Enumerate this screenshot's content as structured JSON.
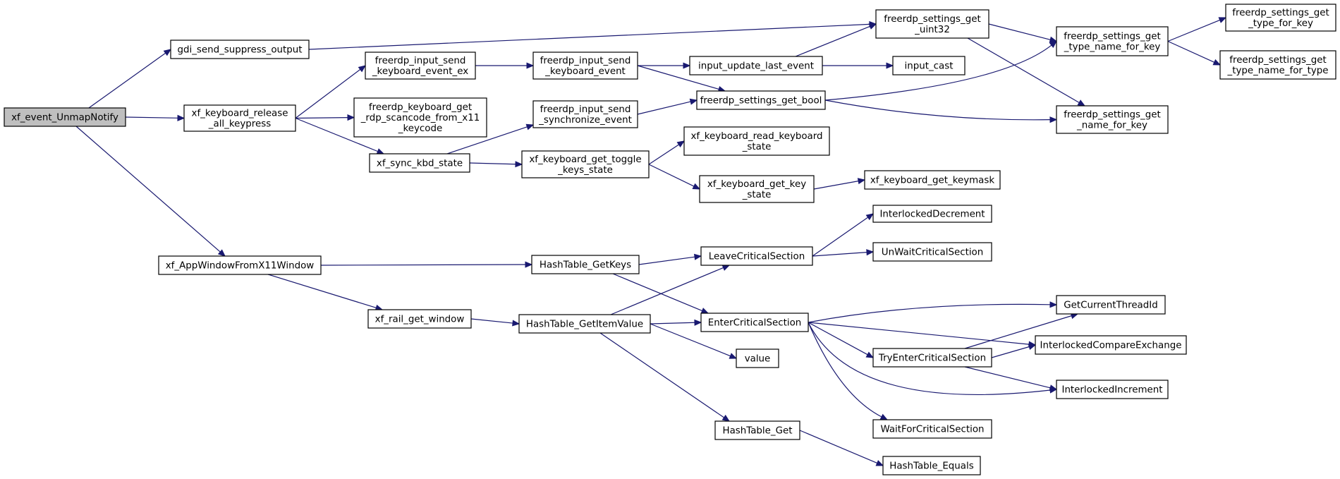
{
  "colors": {
    "edge": "#191970",
    "root_fill": "#bfbfbf",
    "node_fill": "#ffffff",
    "node_border": "#000000"
  },
  "nodes": [
    {
      "id": "xf_event_UnmapNotify",
      "label": [
        "xf_event_UnmapNotify"
      ],
      "root": true
    },
    {
      "id": "gdi_send_suppress_output",
      "label": [
        "gdi_send_suppress_output"
      ]
    },
    {
      "id": "xf_keyboard_release_all_keypress",
      "label": [
        "xf_keyboard_release",
        "_all_keypress"
      ]
    },
    {
      "id": "xf_AppWindowFromX11Window",
      "label": [
        "xf_AppWindowFromX11Window"
      ]
    },
    {
      "id": "freerdp_settings_get_uint32",
      "label": [
        "freerdp_settings_get",
        "_uint32"
      ]
    },
    {
      "id": "freerdp_input_send_keyboard_event_ex",
      "label": [
        "freerdp_input_send",
        "_keyboard_event_ex"
      ]
    },
    {
      "id": "freerdp_keyboard_get_rdp_scancode_from_x11_keycode",
      "label": [
        "freerdp_keyboard_get",
        "_rdp_scancode_from_x11",
        "_keycode"
      ]
    },
    {
      "id": "xf_sync_kbd_state",
      "label": [
        "xf_sync_kbd_state"
      ]
    },
    {
      "id": "freerdp_input_send_keyboard_event",
      "label": [
        "freerdp_input_send",
        "_keyboard_event"
      ]
    },
    {
      "id": "input_update_last_event",
      "label": [
        "input_update_last_event"
      ]
    },
    {
      "id": "input_cast",
      "label": [
        "input_cast"
      ]
    },
    {
      "id": "freerdp_settings_get_bool",
      "label": [
        "freerdp_settings_get_bool"
      ]
    },
    {
      "id": "freerdp_input_send_synchronize_event",
      "label": [
        "freerdp_input_send",
        "_synchronize_event"
      ]
    },
    {
      "id": "xf_keyboard_get_toggle_keys_state",
      "label": [
        "xf_keyboard_get_toggle",
        "_keys_state"
      ]
    },
    {
      "id": "xf_keyboard_read_keyboard_state",
      "label": [
        "xf_keyboard_read_keyboard",
        "_state"
      ]
    },
    {
      "id": "xf_keyboard_get_key_state",
      "label": [
        "xf_keyboard_get_key",
        "_state"
      ]
    },
    {
      "id": "xf_keyboard_get_keymask",
      "label": [
        "xf_keyboard_get_keymask"
      ]
    },
    {
      "id": "freerdp_settings_get_type_name_for_key",
      "label": [
        "freerdp_settings_get",
        "_type_name_for_key"
      ]
    },
    {
      "id": "freerdp_settings_get_name_for_key",
      "label": [
        "freerdp_settings_get",
        "_name_for_key"
      ]
    },
    {
      "id": "freerdp_settings_get_type_for_key",
      "label": [
        "freerdp_settings_get",
        "_type_for_key"
      ]
    },
    {
      "id": "freerdp_settings_get_type_name_for_type",
      "label": [
        "freerdp_settings_get",
        "_type_name_for_type"
      ]
    },
    {
      "id": "HashTable_GetKeys",
      "label": [
        "HashTable_GetKeys"
      ]
    },
    {
      "id": "xf_rail_get_window",
      "label": [
        "xf_rail_get_window"
      ]
    },
    {
      "id": "HashTable_GetItemValue",
      "label": [
        "HashTable_GetItemValue"
      ]
    },
    {
      "id": "LeaveCriticalSection",
      "label": [
        "LeaveCriticalSection"
      ]
    },
    {
      "id": "EnterCriticalSection",
      "label": [
        "EnterCriticalSection"
      ]
    },
    {
      "id": "value",
      "label": [
        "value"
      ]
    },
    {
      "id": "HashTable_Get",
      "label": [
        "HashTable_Get"
      ]
    },
    {
      "id": "InterlockedDecrement",
      "label": [
        "InterlockedDecrement"
      ]
    },
    {
      "id": "UnWaitCriticalSection",
      "label": [
        "UnWaitCriticalSection"
      ]
    },
    {
      "id": "GetCurrentThreadId",
      "label": [
        "GetCurrentThreadId"
      ]
    },
    {
      "id": "InterlockedCompareExchange",
      "label": [
        "InterlockedCompareExchange"
      ]
    },
    {
      "id": "TryEnterCriticalSection",
      "label": [
        "TryEnterCriticalSection"
      ]
    },
    {
      "id": "InterlockedIncrement",
      "label": [
        "InterlockedIncrement"
      ]
    },
    {
      "id": "WaitForCriticalSection",
      "label": [
        "WaitForCriticalSection"
      ]
    },
    {
      "id": "HashTable_Equals",
      "label": [
        "HashTable_Equals"
      ]
    }
  ],
  "edges": [
    [
      "xf_event_UnmapNotify",
      "gdi_send_suppress_output"
    ],
    [
      "xf_event_UnmapNotify",
      "xf_keyboard_release_all_keypress"
    ],
    [
      "xf_event_UnmapNotify",
      "xf_AppWindowFromX11Window"
    ],
    [
      "gdi_send_suppress_output",
      "freerdp_settings_get_uint32"
    ],
    [
      "xf_keyboard_release_all_keypress",
      "freerdp_input_send_keyboard_event_ex"
    ],
    [
      "xf_keyboard_release_all_keypress",
      "freerdp_keyboard_get_rdp_scancode_from_x11_keycode"
    ],
    [
      "xf_keyboard_release_all_keypress",
      "xf_sync_kbd_state"
    ],
    [
      "freerdp_input_send_keyboard_event_ex",
      "freerdp_input_send_keyboard_event"
    ],
    [
      "freerdp_input_send_keyboard_event",
      "input_update_last_event"
    ],
    [
      "freerdp_input_send_keyboard_event",
      "freerdp_settings_get_bool"
    ],
    [
      "input_update_last_event",
      "freerdp_settings_get_uint32"
    ],
    [
      "input_update_last_event",
      "input_cast"
    ],
    [
      "freerdp_settings_get_uint32",
      "freerdp_settings_get_type_name_for_key"
    ],
    [
      "freerdp_settings_get_uint32",
      "freerdp_settings_get_name_for_key"
    ],
    [
      "freerdp_settings_get_type_name_for_key",
      "freerdp_settings_get_type_for_key"
    ],
    [
      "freerdp_settings_get_type_name_for_key",
      "freerdp_settings_get_type_name_for_type"
    ],
    [
      "freerdp_settings_get_bool",
      "freerdp_settings_get_type_name_for_key"
    ],
    [
      "freerdp_settings_get_bool",
      "freerdp_settings_get_name_for_key"
    ],
    [
      "xf_sync_kbd_state",
      "freerdp_input_send_synchronize_event"
    ],
    [
      "xf_sync_kbd_state",
      "xf_keyboard_get_toggle_keys_state"
    ],
    [
      "freerdp_input_send_synchronize_event",
      "freerdp_settings_get_bool"
    ],
    [
      "xf_keyboard_get_toggle_keys_state",
      "xf_keyboard_read_keyboard_state"
    ],
    [
      "xf_keyboard_get_toggle_keys_state",
      "xf_keyboard_get_key_state"
    ],
    [
      "xf_keyboard_get_key_state",
      "xf_keyboard_get_keymask"
    ],
    [
      "xf_AppWindowFromX11Window",
      "HashTable_GetKeys"
    ],
    [
      "xf_AppWindowFromX11Window",
      "xf_rail_get_window"
    ],
    [
      "HashTable_GetKeys",
      "LeaveCriticalSection"
    ],
    [
      "HashTable_GetKeys",
      "EnterCriticalSection"
    ],
    [
      "xf_rail_get_window",
      "HashTable_GetItemValue"
    ],
    [
      "HashTable_GetItemValue",
      "LeaveCriticalSection"
    ],
    [
      "HashTable_GetItemValue",
      "EnterCriticalSection"
    ],
    [
      "HashTable_GetItemValue",
      "value"
    ],
    [
      "HashTable_GetItemValue",
      "HashTable_Get"
    ],
    [
      "LeaveCriticalSection",
      "InterlockedDecrement"
    ],
    [
      "LeaveCriticalSection",
      "UnWaitCriticalSection"
    ],
    [
      "EnterCriticalSection",
      "GetCurrentThreadId"
    ],
    [
      "EnterCriticalSection",
      "InterlockedCompareExchange"
    ],
    [
      "EnterCriticalSection",
      "TryEnterCriticalSection"
    ],
    [
      "EnterCriticalSection",
      "InterlockedIncrement"
    ],
    [
      "EnterCriticalSection",
      "WaitForCriticalSection"
    ],
    [
      "TryEnterCriticalSection",
      "GetCurrentThreadId"
    ],
    [
      "TryEnterCriticalSection",
      "InterlockedCompareExchange"
    ],
    [
      "TryEnterCriticalSection",
      "InterlockedIncrement"
    ],
    [
      "HashTable_Get",
      "HashTable_Equals"
    ]
  ]
}
